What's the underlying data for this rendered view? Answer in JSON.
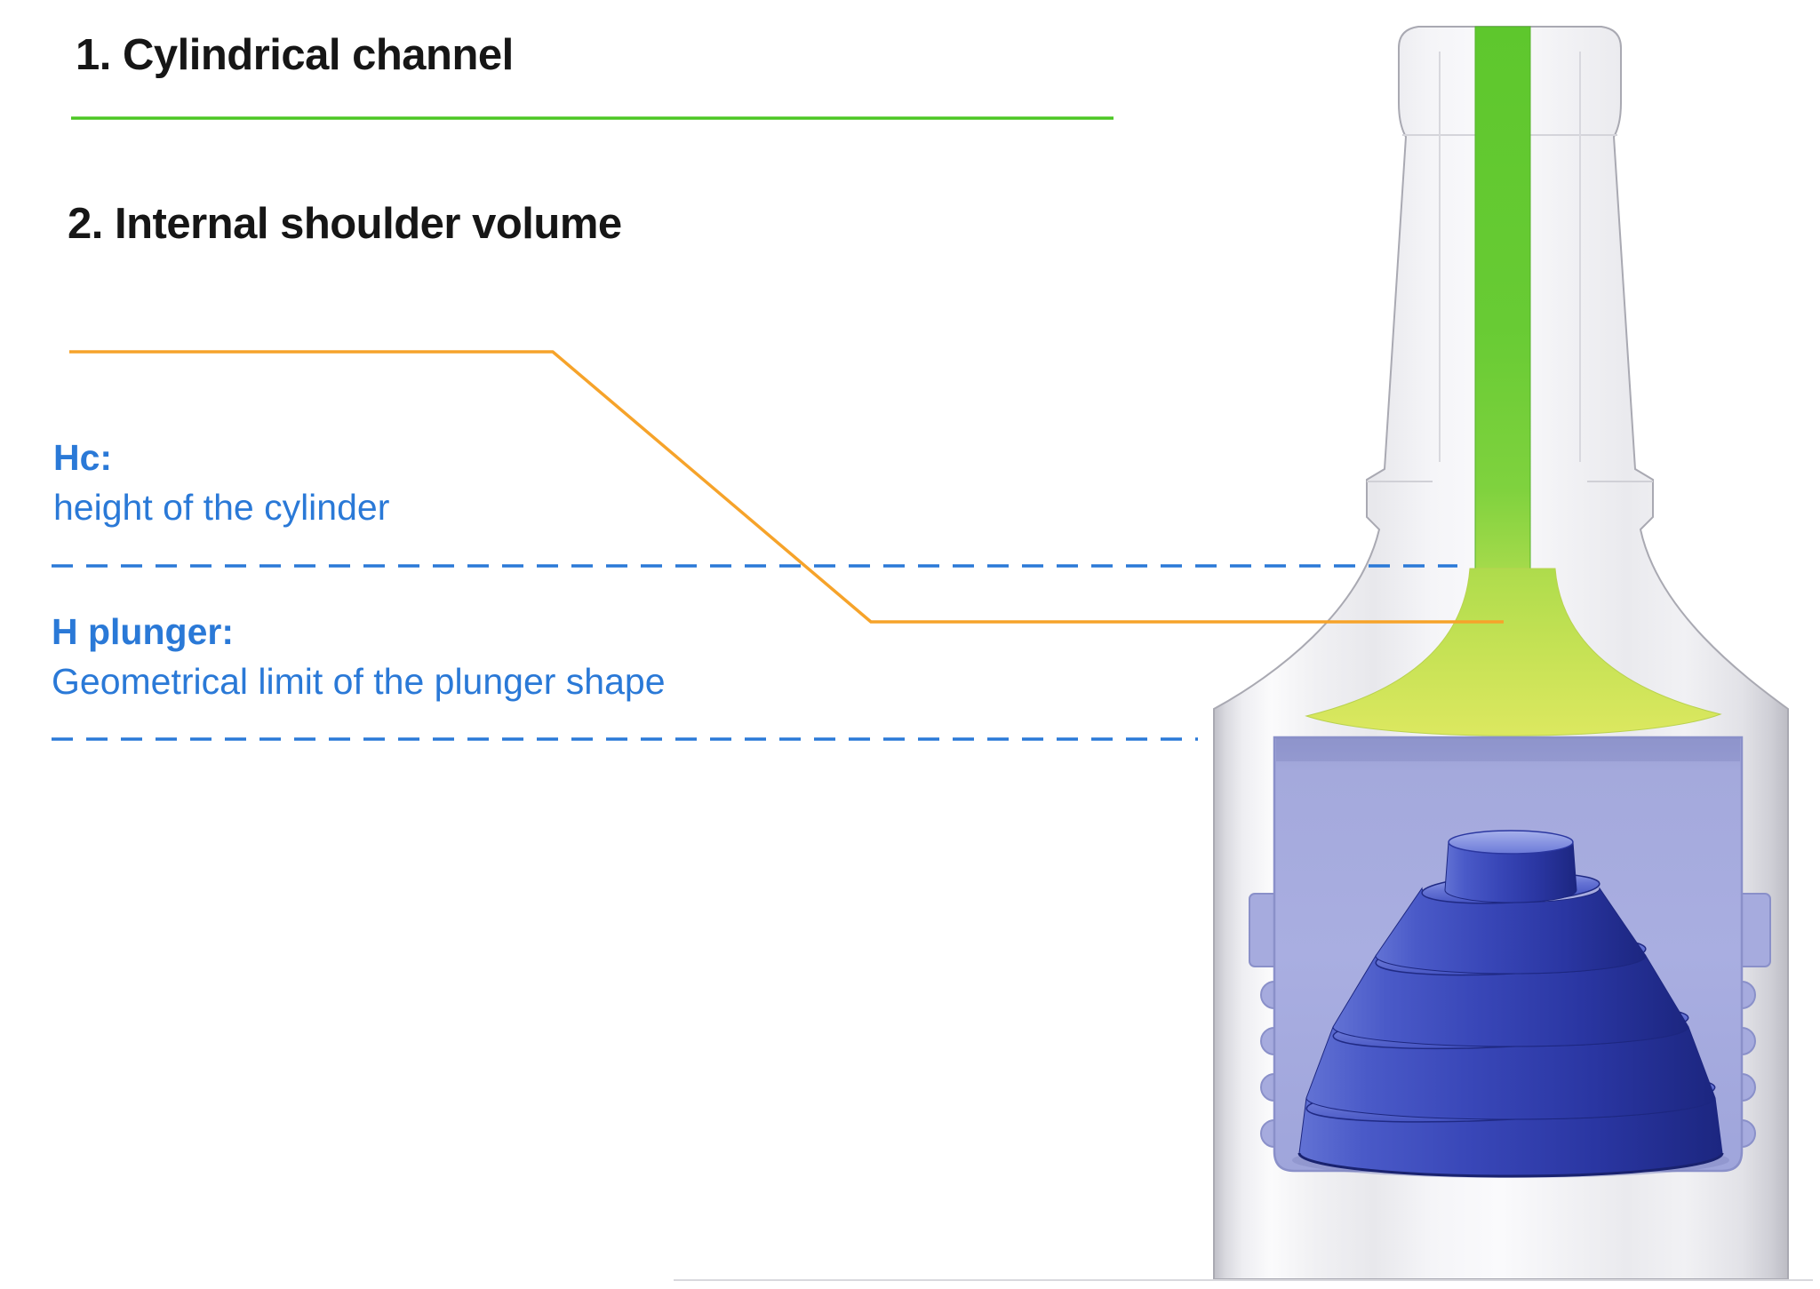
{
  "labels": {
    "title_1": "1. Cylindrical channel",
    "title_2": "2. Internal shoulder volume",
    "hc_term": "Hc:",
    "hc_desc": "height of the cylinder",
    "h_plunger_term": "H plunger:",
    "h_plunger_desc": "Geometrical limit of the plunger shape"
  },
  "colors": {
    "heading_text": "#161616",
    "label_blue": "#2a79d7",
    "leader_green": "#4cc724",
    "leader_orange": "#f6a32a",
    "channel_green": "#68cb34",
    "shoulder_yellow_green": "#c6e255",
    "chamber_purple": "#a6abde",
    "plunger_blue": "#3947b8",
    "bottle_gray": "#e8e8ec"
  }
}
